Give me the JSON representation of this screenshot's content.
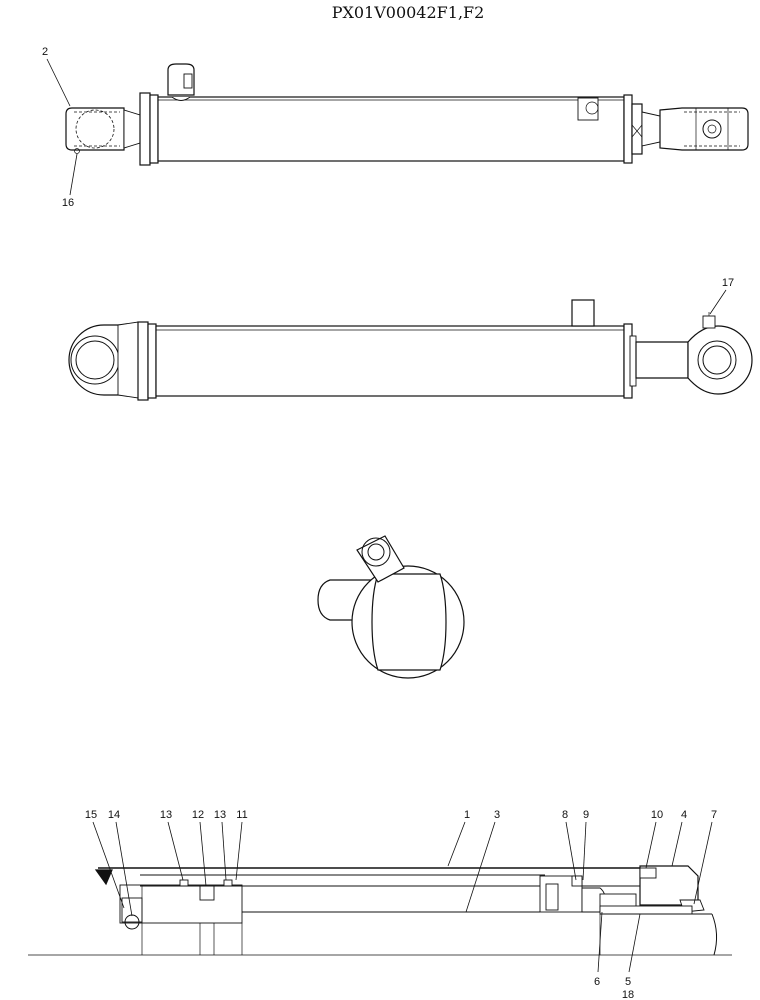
{
  "title": "PX01V00042F1,F2",
  "callouts": {
    "c2": "2",
    "c16": "16",
    "c17": "17",
    "c15": "15",
    "c14": "14",
    "c13a": "13",
    "c12": "12",
    "c13b": "13",
    "c11": "11",
    "c1": "1",
    "c3": "3",
    "c8": "8",
    "c9": "9",
    "c10": "10",
    "c4": "4",
    "c7": "7",
    "c6": "6",
    "c5": "5",
    "c18": "18"
  }
}
